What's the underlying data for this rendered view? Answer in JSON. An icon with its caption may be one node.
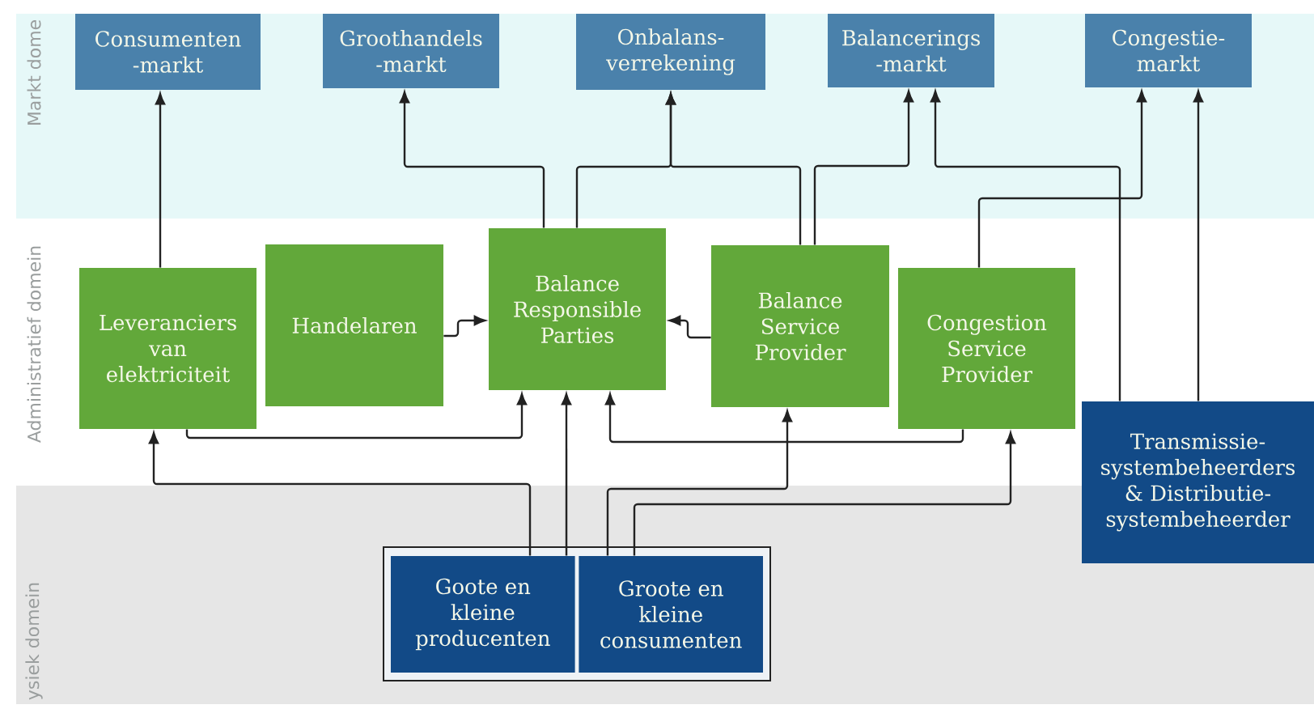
{
  "diagram": {
    "nodes": [
      {
        "text": [
          "Consumenten -markt"
        ]
      },
      {
        "text": [
          "Groothandels -markt"
        ]
      },
      {
        "text": [
          "Onbalans- verrekening"
        ]
      },
      {
        "text": [
          "Balancerings -markt"
        ]
      },
      {
        "text": [
          "Congestie- markt"
        ]
      },
      {
        "text": [
          "Leveranciers van elektriciteit"
        ]
      },
      {
        "text": [
          "Handelaren"
        ]
      },
      {
        "text": [
          "Balance Responsible Parties"
        ]
      },
      {
        "text": [
          "Balance Service Provider"
        ]
      },
      {
        "text": [
          "Congestion Service Provider"
        ]
      },
      {
        "text": [
          "Transmissie- systembeheerders & Distributie- systembeheerder"
        ]
      },
      {
        "text": [],
        "shape": "box"
      },
      {
        "text": [
          "Goote en kleine producenten"
        ],
        "in": 11
      },
      {
        "text": [
          "Groote en kleine consumenten"
        ],
        "in": 11
      }
    ],
    "edges": [
      {
        "from": 5,
        "to": 0,
        "arrow": "to"
      },
      {
        "from": 7,
        "to": 1,
        "arrow": "to"
      },
      {
        "from": 7,
        "to": 2,
        "arrow": "to"
      },
      {
        "from": 8,
        "to": 2,
        "arrow": "to"
      },
      {
        "from": 8,
        "to": 3,
        "arrow": "to"
      },
      {
        "from": 10,
        "to": 3,
        "arrow": "to"
      },
      {
        "from": 9,
        "to": 4,
        "arrow": "to"
      },
      {
        "from": 10,
        "to": 4,
        "arrow": "to"
      },
      {
        "from": 6,
        "to": 7,
        "arrow": "to"
      },
      {
        "from": 8,
        "to": 7,
        "arrow": "to"
      },
      {
        "from": 5,
        "to": 7,
        "arrow": "to"
      },
      {
        "from": 9,
        "to": 7,
        "arrow": "to"
      },
      {
        "from": 12,
        "to": 5,
        "arrow": "to"
      },
      {
        "from": 12,
        "to": 7,
        "arrow": "to"
      },
      {
        "from": 13,
        "to": 8,
        "arrow": "to"
      },
      {
        "from": 13,
        "to": 9,
        "arrow": "to"
      }
    ],
    "labels": [
      "Markt dome",
      "Administratief domein",
      "ysiek domein"
    ]
  }
}
